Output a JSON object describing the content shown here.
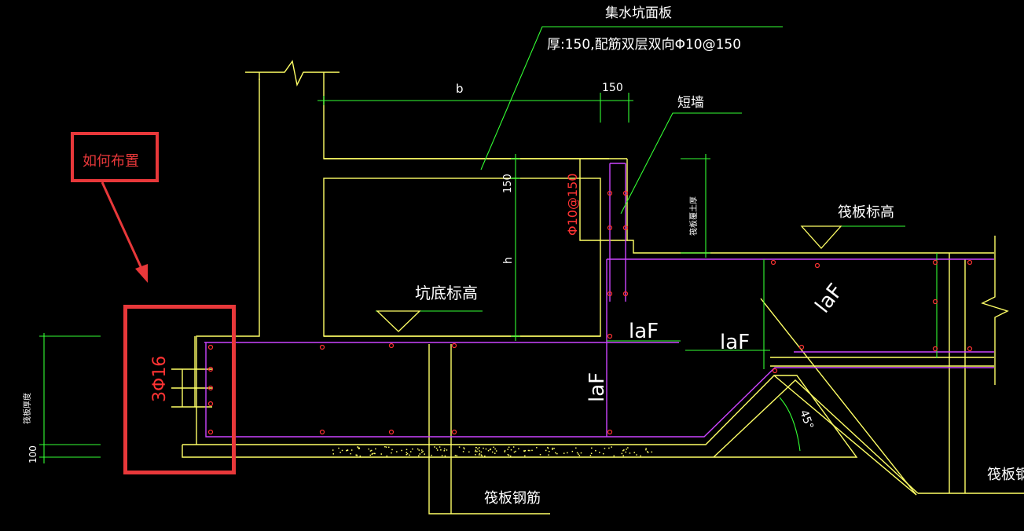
{
  "colors": {
    "background": "#000000",
    "concrete": "#ffff66",
    "rebar": "#cc44ff",
    "dimension": "#33ff33",
    "rebar_dot": "#ff3333",
    "annotation": "#e8383a",
    "text": "#ffffff"
  },
  "callout": {
    "text": "如何布置"
  },
  "detail_rebar": {
    "text": "3Φ16"
  },
  "labels": {
    "pit_cover_title": "集水坑面板",
    "pit_cover_spec": "厚:150,配筋双层双向Φ10@150",
    "short_wall": "短墙",
    "raft_elevation": "筏板标高",
    "pit_bottom_elevation": "坑底标高",
    "raft_rebar_bottom": "筏板钢筋",
    "raft_rebar_right": "筏板钢筋",
    "wall_rebar": "Φ10@150",
    "laf_upper": "laF",
    "laf_mid": "laF",
    "laf_vertical": "laF",
    "laf_diagonal": "laF",
    "angle": "45°"
  },
  "dimensions": {
    "b": "b",
    "d150_top": "150",
    "d150_side": "150",
    "h": "h",
    "left_v1": "筏板厚度",
    "left_v2": "100",
    "right_v": "筏板覆土厚"
  }
}
